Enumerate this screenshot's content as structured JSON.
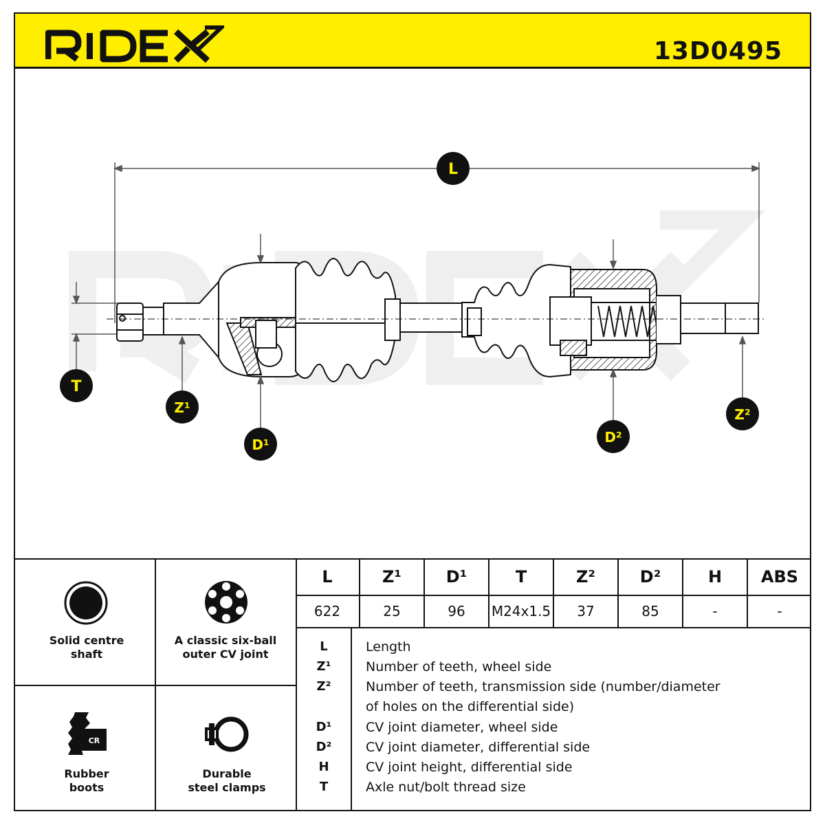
{
  "header": {
    "brand": "RIDEX",
    "part_number": "13D0495"
  },
  "diagram": {
    "watermark": "RIDEX",
    "labels": {
      "L": "L",
      "T": "T",
      "Z1": "Z¹",
      "D1": "D¹",
      "D2": "D²",
      "Z2": "Z²"
    }
  },
  "features": [
    {
      "icon": "solid-shaft-icon",
      "label_line1": "Solid centre",
      "label_line2": "shaft"
    },
    {
      "icon": "six-ball-joint-icon",
      "label_line1": "A classic six-ball",
      "label_line2": "outer CV joint"
    },
    {
      "icon": "rubber-boot-icon",
      "icon_text": "CR",
      "label_line1": "Rubber",
      "label_line2": "boots"
    },
    {
      "icon": "steel-clamp-icon",
      "label_line1": "Durable",
      "label_line2": "steel clamps"
    }
  ],
  "spec_table": {
    "headers": [
      "L",
      "Z¹",
      "D¹",
      "T",
      "Z²",
      "D²",
      "H",
      "ABS"
    ],
    "values": [
      "622",
      "25",
      "96",
      "M24x1.5",
      "37",
      "85",
      "-",
      "-"
    ]
  },
  "legend": [
    {
      "key": "L",
      "text": "Length"
    },
    {
      "key": "Z¹",
      "text": "Number of teeth, wheel side"
    },
    {
      "key": "Z²",
      "text": "Number of teeth, transmission side (number/diameter"
    },
    {
      "key": "",
      "text": "of holes on the differential side)"
    },
    {
      "key": "D¹",
      "text": "CV joint diameter, wheel side"
    },
    {
      "key": "D²",
      "text": "CV joint diameter, differential side"
    },
    {
      "key": "H",
      "text": "CV joint height, differential side"
    },
    {
      "key": "T",
      "text": "Axle nut/bolt thread size"
    }
  ]
}
